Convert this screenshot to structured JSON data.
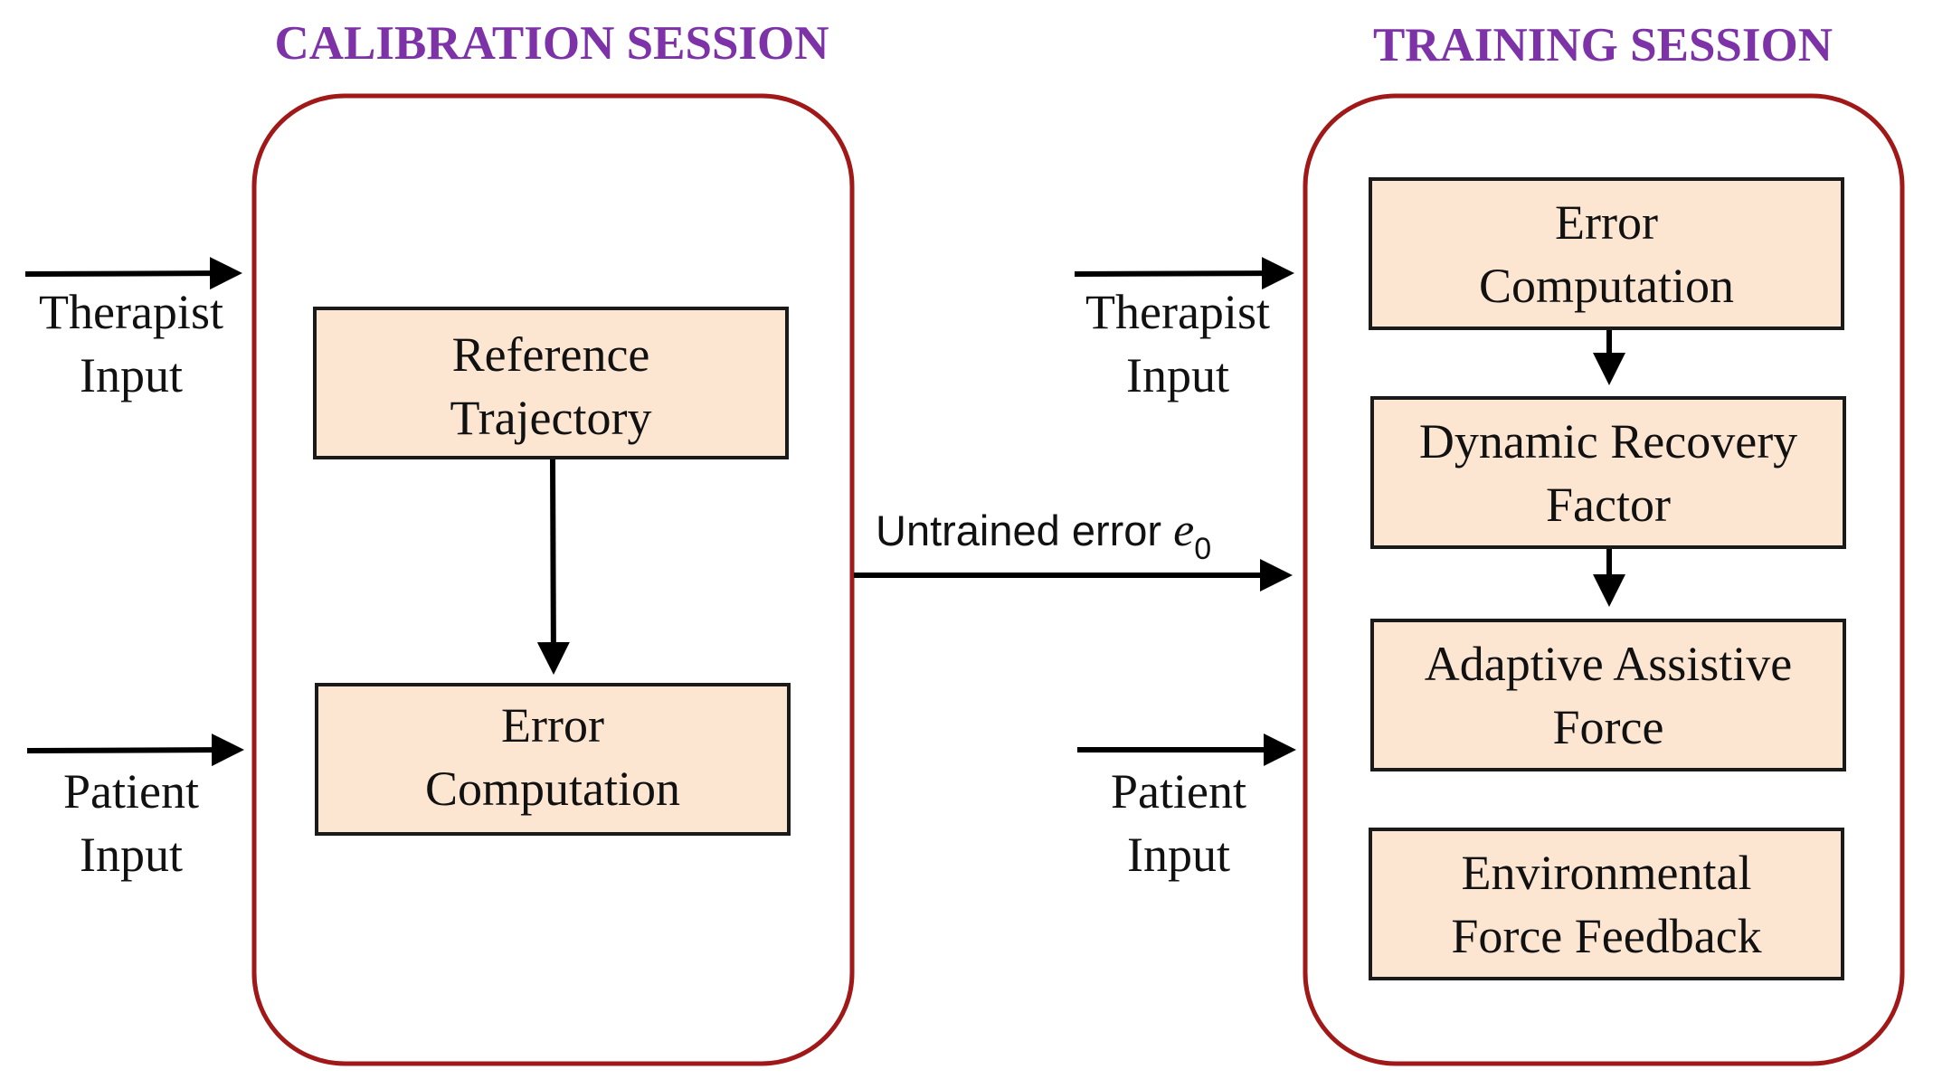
{
  "calibration": {
    "title": "CALIBRATION SESSION",
    "boxes": {
      "reference_trajectory": [
        "Reference",
        "Trajectory"
      ],
      "error_computation": [
        "Error",
        "Computation"
      ]
    },
    "inputs": {
      "therapist": [
        "Therapist",
        "Input"
      ],
      "patient": [
        "Patient",
        "Input"
      ]
    }
  },
  "training": {
    "title": "TRAINING SESSION",
    "boxes": {
      "error_computation": [
        "Error",
        "Computation"
      ],
      "dynamic_recovery_factor": [
        "Dynamic Recovery",
        "Factor"
      ],
      "adaptive_assistive_force": [
        "Adaptive Assistive",
        "Force"
      ],
      "environmental_force_feedback": [
        "Environmental",
        "Force Feedback"
      ]
    },
    "inputs": {
      "therapist": [
        "Therapist",
        "Input"
      ],
      "patient": [
        "Patient",
        "Input"
      ]
    }
  },
  "link": {
    "label": "Untrained error ",
    "symbol": "e",
    "subscript": "0"
  },
  "colors": {
    "title": "#7d32a8",
    "frame": "#a01818",
    "box_fill": "#fce6d2",
    "arrow": "#000000"
  }
}
